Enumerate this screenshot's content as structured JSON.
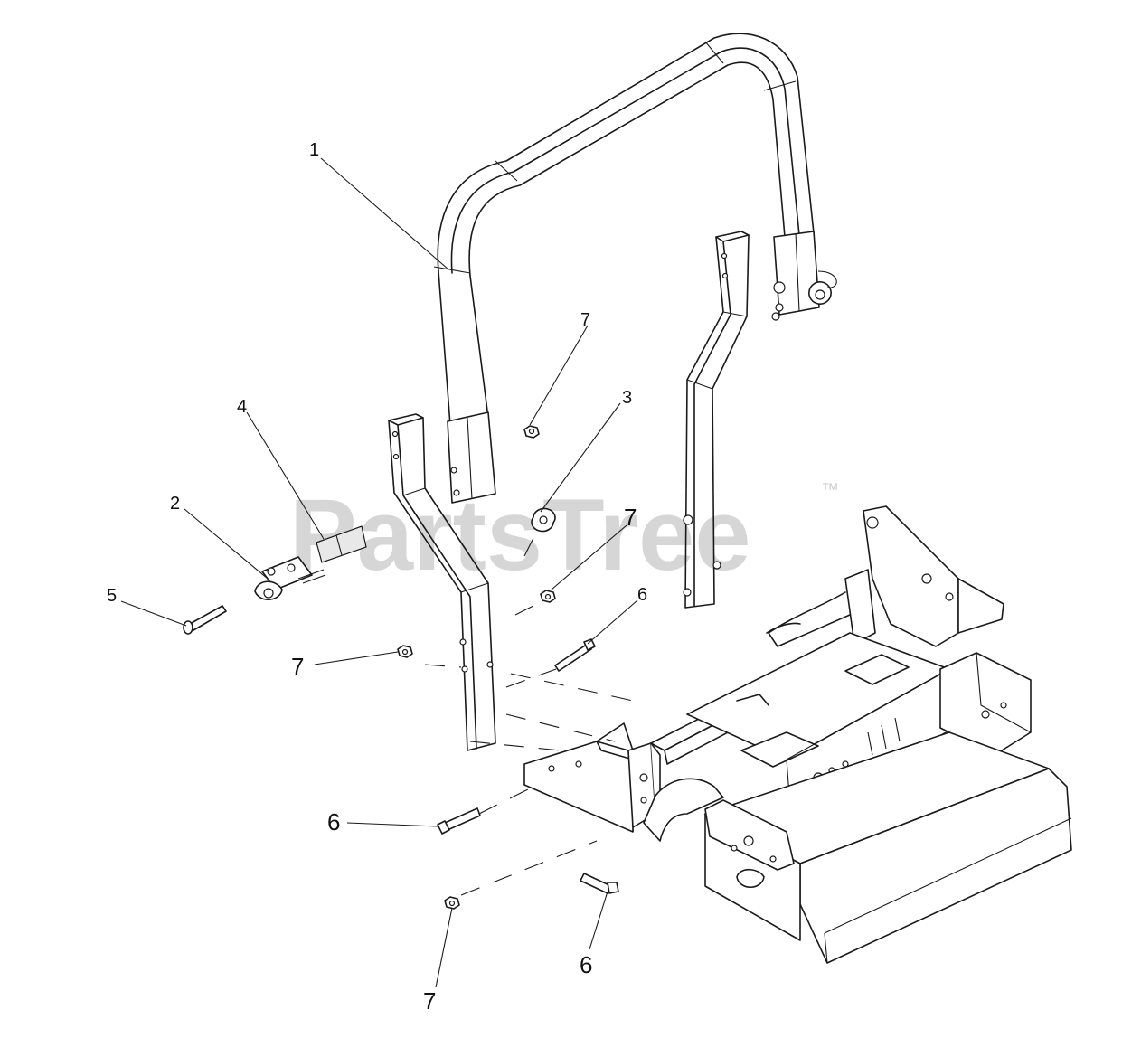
{
  "watermark": {
    "text": "PartsTree",
    "trademark": "™"
  },
  "callouts": [
    {
      "id": "c1",
      "label": "1"
    },
    {
      "id": "c2",
      "label": "2"
    },
    {
      "id": "c3",
      "label": "3"
    },
    {
      "id": "c4",
      "label": "4"
    },
    {
      "id": "c5",
      "label": "5"
    },
    {
      "id": "c6a",
      "label": "6"
    },
    {
      "id": "c6b",
      "label": "6"
    },
    {
      "id": "c6c",
      "label": "6"
    },
    {
      "id": "c7a",
      "label": "7"
    },
    {
      "id": "c7b",
      "label": "7"
    },
    {
      "id": "c7c",
      "label": "7"
    },
    {
      "id": "c7d",
      "label": "7"
    }
  ]
}
